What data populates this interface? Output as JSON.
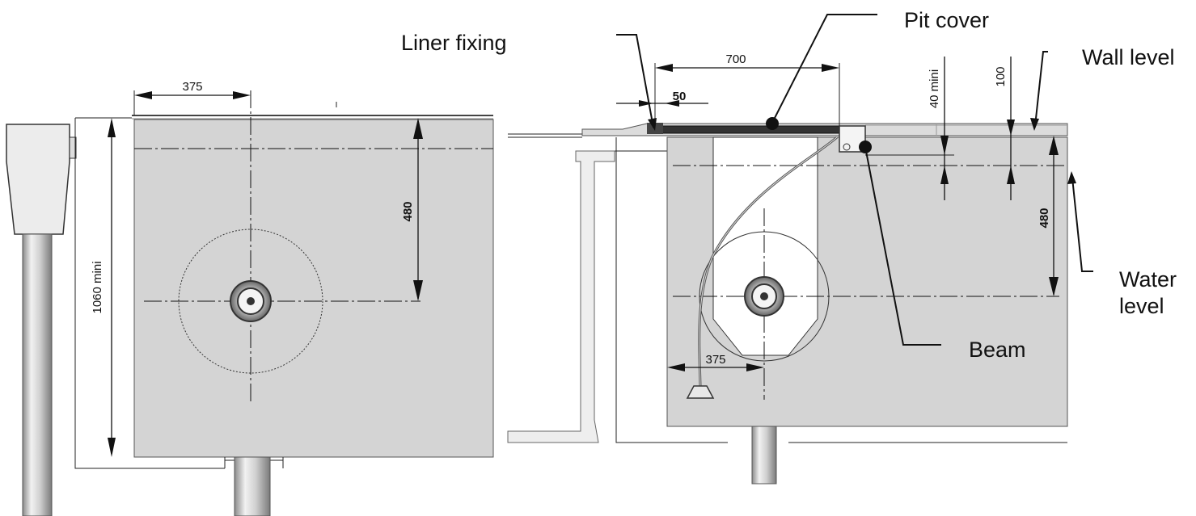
{
  "labels": {
    "liner_fixing": "Liner fixing",
    "pit_cover": "Pit cover",
    "wall_level": "Wall level",
    "water_level_1": "Water",
    "water_level_2": "level",
    "beam": "Beam"
  },
  "left_view": {
    "dim_375": "375",
    "dim_1060": "1060 mini",
    "dim_480": "480"
  },
  "right_view": {
    "dim_700": "700",
    "dim_50": "50",
    "dim_40": "40 mini",
    "dim_100": "100",
    "dim_480": "480",
    "dim_375": "375"
  },
  "colors": {
    "panel_fill": "#d4d4d4",
    "line": "#111111",
    "pipe_light": "#eeeeee",
    "pipe_dark": "#9a9a9a"
  }
}
